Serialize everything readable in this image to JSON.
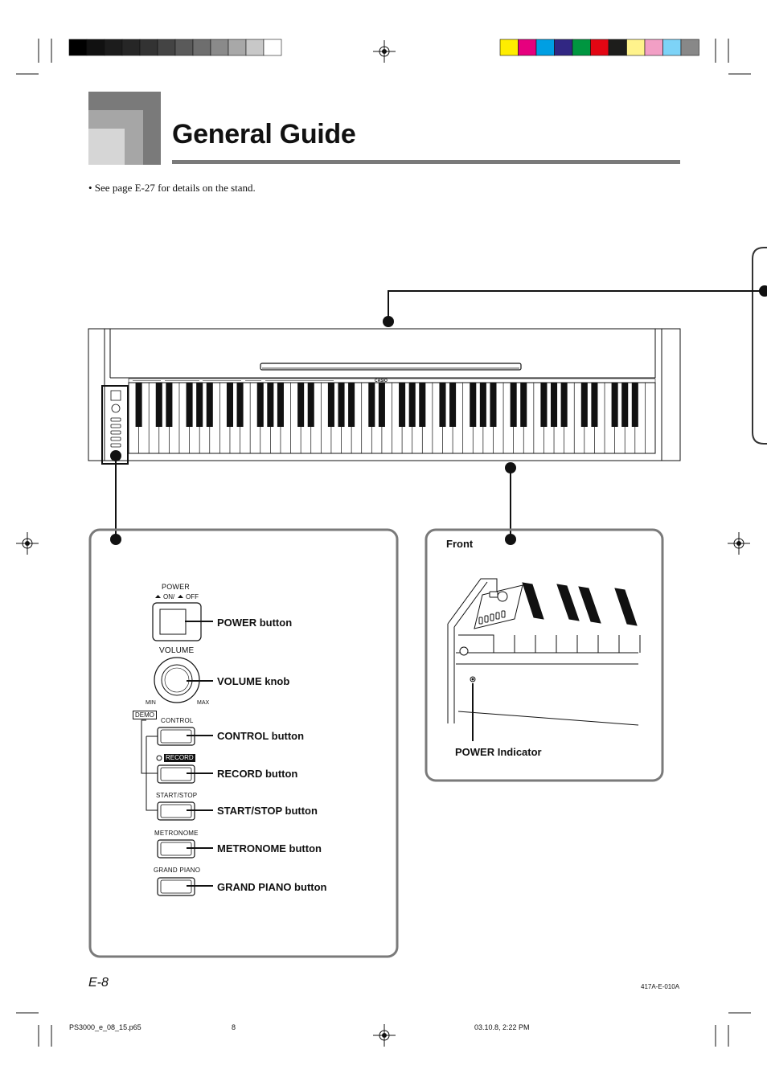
{
  "header": {
    "title": "General Guide",
    "note": "• See page E-27 for details on the stand.",
    "grayscale_bar": [
      "#000000",
      "#111111",
      "#1c1c1c",
      "#262626",
      "#333333",
      "#444444",
      "#5a5a5a",
      "#6e6e6e",
      "#8a8a8a",
      "#a8a8a8",
      "#c8c8c8",
      "#ffffff"
    ],
    "color_bar": [
      "#ffed00",
      "#e6007e",
      "#009fe3",
      "#312783",
      "#009640",
      "#e30613",
      "#1d1d1b",
      "#fff38c",
      "#f29fc5",
      "#7dd3f7",
      "#888888"
    ]
  },
  "piano": {
    "brand": "CASIO"
  },
  "panel_left": {
    "power_label": "POWER",
    "power_mode": "ON/",
    "power_mode_off": "OFF",
    "volume_label": "VOLUME",
    "volume_min": "MIN",
    "volume_max": "MAX",
    "demo_label": "DEMO",
    "control_label": "CONTROL",
    "record_label": "RECORD",
    "startstop_label": "START/STOP",
    "metronome_label": "METRONOME",
    "grandpiano_label": "GRAND PIANO",
    "callouts": {
      "power": "POWER button",
      "volume": "VOLUME knob",
      "control": "CONTROL button",
      "record": "RECORD button",
      "startstop": "START/STOP button",
      "metronome": "METRONOME button",
      "grandpiano": "GRAND PIANO button"
    }
  },
  "panel_right": {
    "front_label": "Front",
    "indicator_label": "POWER Indicator"
  },
  "footer": {
    "page": "E-8",
    "code": "417A-E-010A",
    "file": "PS3000_e_08_15.p65",
    "sheet": "8",
    "date": "03.10.8, 2:22 PM"
  }
}
